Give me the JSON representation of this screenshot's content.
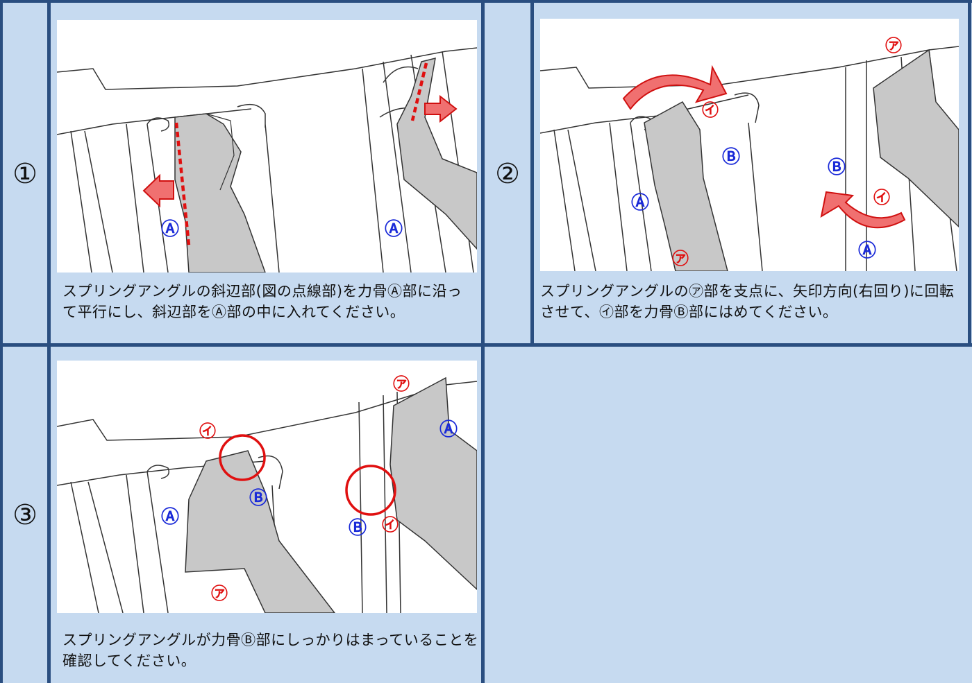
{
  "steps": [
    {
      "number": "①",
      "caption": "スプリングアングルの斜辺部(図の点線部)を力骨Ⓐ部に沿って平行にし、斜辺部をⒶ部の中に入れてください。",
      "labels": [
        "Ⓐ",
        "Ⓐ"
      ]
    },
    {
      "number": "②",
      "caption": "スプリングアングルの㋐部を支点に、矢印方向(右回り)に回転させて、㋑部を力骨Ⓑ部にはめてください。",
      "labels": [
        "㋐",
        "㋑",
        "Ⓑ",
        "Ⓐ",
        "Ⓑ",
        "㋑",
        "Ⓐ",
        "㋐"
      ]
    },
    {
      "number": "③",
      "caption": "スプリングアングルが力骨Ⓑ部にしっかりはまっていることを確認してください。",
      "labels": [
        "㋐",
        "㋑",
        "Ⓐ",
        "Ⓐ",
        "Ⓑ",
        "Ⓑ",
        "㋑",
        "㋐"
      ]
    }
  ],
  "colors": {
    "background": "#c6daf0",
    "border": "#2a4e80",
    "label_blue": "#1a2ad8",
    "label_red": "#e01010"
  }
}
